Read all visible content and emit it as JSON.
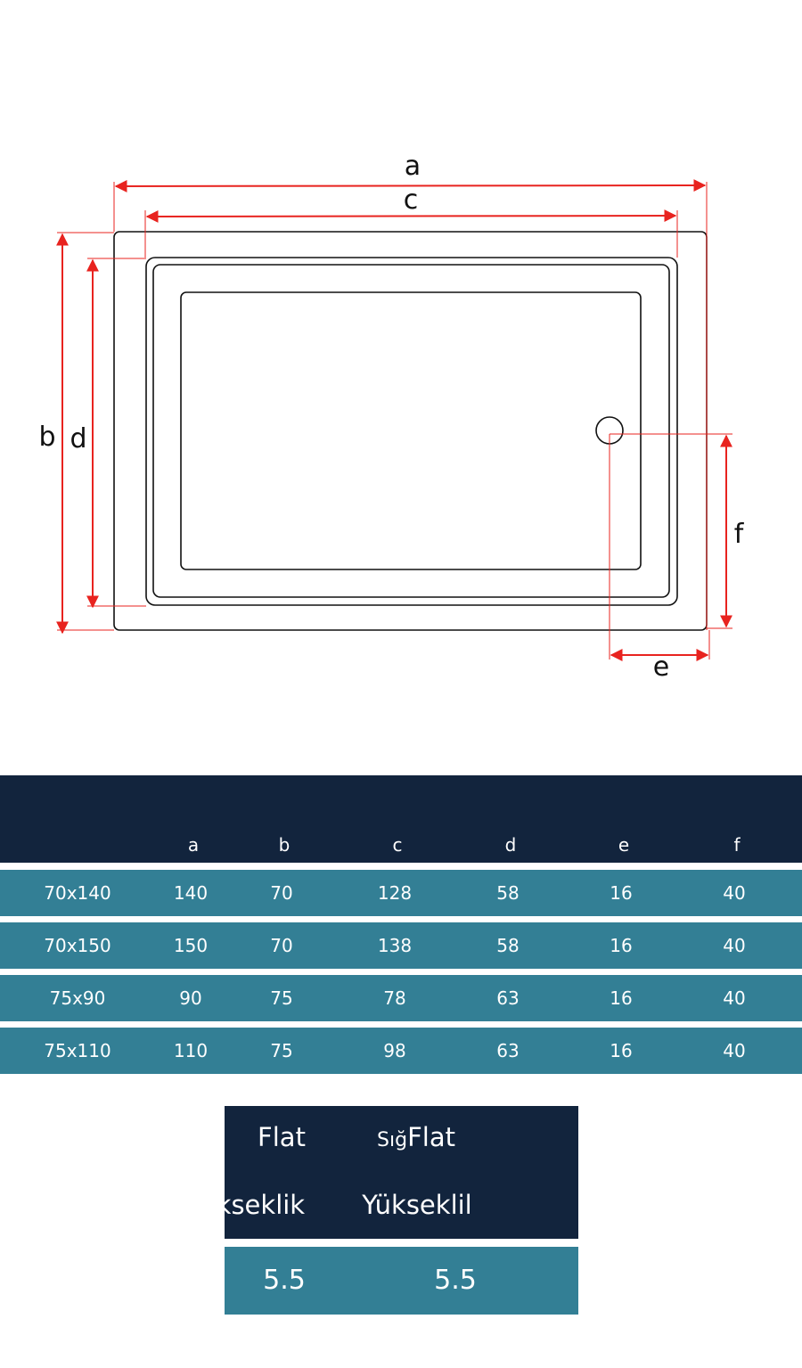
{
  "diagram": {
    "labels": {
      "a": "a",
      "b": "b",
      "c": "c",
      "d": "d",
      "e": "e",
      "f": "f"
    },
    "colors": {
      "dimension": "#e8231f",
      "outline": "#111111"
    }
  },
  "table": {
    "headers": [
      "",
      "a",
      "b",
      "c",
      "d",
      "e",
      "f"
    ],
    "rows": [
      [
        "70x140",
        "140",
        "70",
        "128",
        "58",
        "16",
        "40"
      ],
      [
        "70x150",
        "150",
        "70",
        "138",
        "58",
        "16",
        "40"
      ],
      [
        "75x90",
        "90",
        "75",
        "78",
        "63",
        "16",
        "40"
      ],
      [
        "75x110",
        "110",
        "75",
        "98",
        "63",
        "16",
        "40"
      ]
    ],
    "colors": {
      "header": "#12243d",
      "row": "#337f95"
    }
  },
  "height_table": {
    "col1": {
      "title": "Flat",
      "subtitle": "Yükseklik",
      "value": "5.5"
    },
    "col2": {
      "title_prefix": "Sığ",
      "title": "Flat",
      "subtitle": "Yükseklil",
      "value": "5.5"
    }
  }
}
